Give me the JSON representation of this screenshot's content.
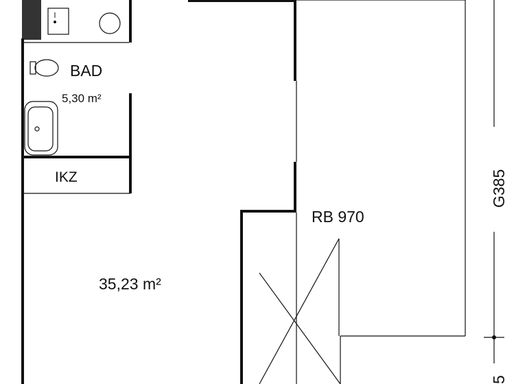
{
  "plan": {
    "rooms": {
      "bathroom": {
        "name": "BAD",
        "area": "5,30 m²"
      },
      "utility": {
        "name": "IKZ"
      },
      "main_room": {
        "area": "35,23 m²"
      }
    },
    "annotations": {
      "rb_label": "RB 970",
      "dimension_vertical": "G385",
      "dimension_bottom": "5"
    }
  }
}
